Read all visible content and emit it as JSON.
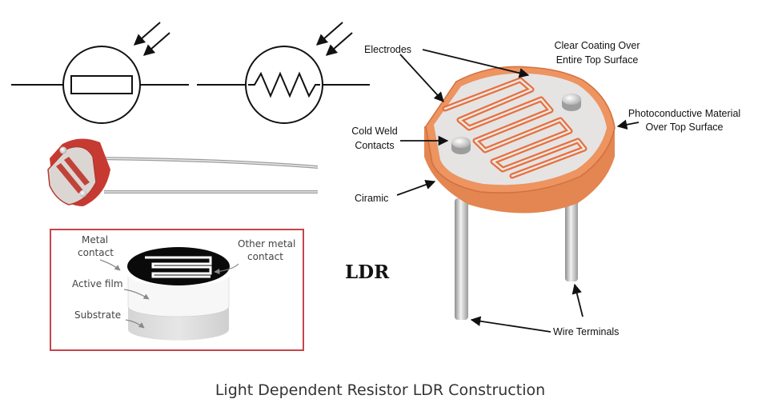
{
  "caption": "Light Dependent Resistor LDR Construction",
  "ldr_label": "LDR",
  "labels": {
    "electrodes": "Electrodes",
    "clear_coating_1": "Clear Coating Over",
    "clear_coating_2": "Entire Top Surface",
    "photoconductive_1": "Photoconductive Material",
    "photoconductive_2": "Over Top Surface",
    "cold_weld_1": "Cold Weld",
    "cold_weld_2": "Contacts",
    "ciramic": "Ciramic",
    "wire_terminals": "Wire Terminals"
  },
  "layers": {
    "metal_contact_1": "Metal",
    "metal_contact_2": "contact",
    "other_metal_1": "Other metal",
    "other_metal_2": "contact",
    "active_film": "Active film",
    "substrate": "Substrate"
  },
  "colors": {
    "ceramic": "#e98a55",
    "electrode": "#e5703f",
    "top": "#e7e4e4",
    "frame": "#c8434b"
  }
}
